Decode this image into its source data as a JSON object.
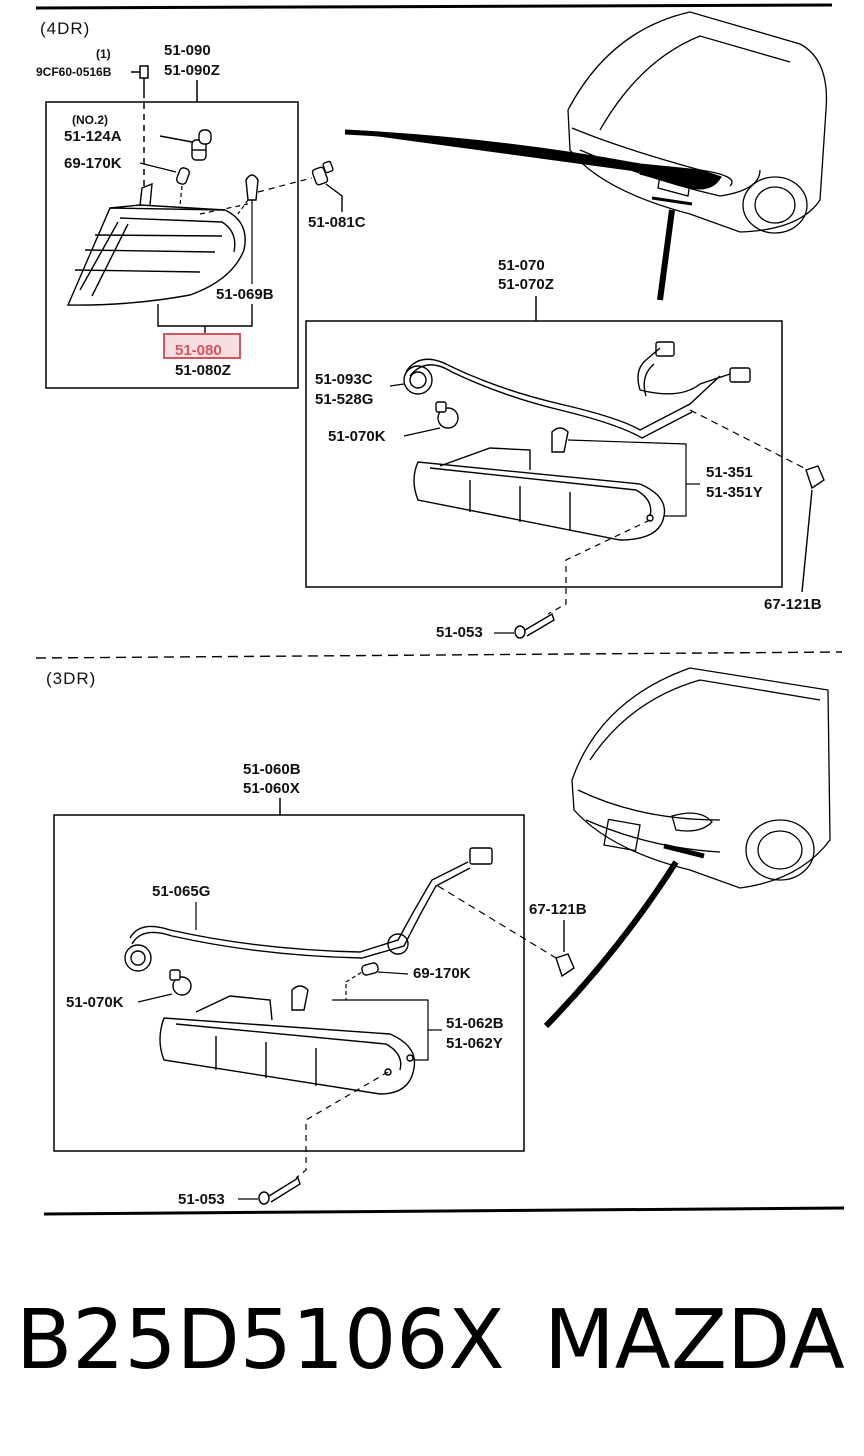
{
  "sections": {
    "four_door": "(4DR)",
    "three_door": "(3DR)"
  },
  "labels": {
    "screw_qty": "(1)",
    "screw_part": "9CF60-0516B",
    "corner_lamp_l": "51-090",
    "corner_lamp_r": "51-090Z",
    "bulb_no": "(NO.2)",
    "bulb_corner": "51-124A",
    "bulb_small_4dr": "69-170K",
    "grommet": "51-081C",
    "socket_4dr": "51-069B",
    "corner_lens_l": "51-080",
    "corner_lens_r": "51-080Z",
    "front_lamp_l": "51-070",
    "front_lamp_r": "51-070Z",
    "socket_a": "51-093C",
    "socket_b": "51-528G",
    "bulb_front_4dr": "51-070K",
    "lens_4dr_l": "51-351",
    "lens_4dr_r": "51-351Y",
    "clip_4dr": "67-121B",
    "screw_4dr": "51-053",
    "lamp_3dr_l": "51-060B",
    "lamp_3dr_r": "51-060X",
    "harness_3dr": "51-065G",
    "clip_3dr": "67-121B",
    "bulb_small_3dr": "69-170K",
    "bulb_front_3dr": "51-070K",
    "lens_3dr_l": "51-062B",
    "lens_3dr_r": "51-062Y",
    "screw_3dr": "51-053"
  },
  "caption": {
    "part_number": "B25D5106X",
    "brand": "MAZDA"
  },
  "colors": {
    "highlight": "#d9535f",
    "ink": "#111111"
  }
}
